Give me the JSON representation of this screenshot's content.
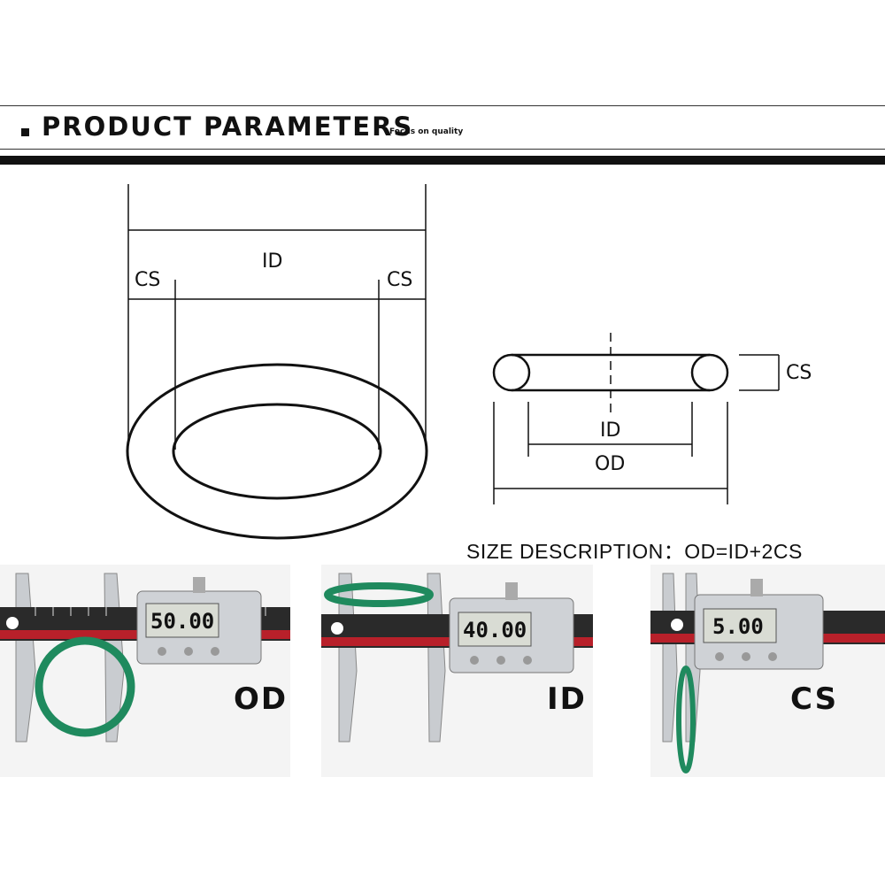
{
  "header": {
    "title": "PRODUCT PARAMETERS",
    "subtitle": "Focus on quality"
  },
  "diagram_left": {
    "id_label": "ID",
    "cs_left_label": "CS",
    "cs_right_label": "CS"
  },
  "diagram_right": {
    "cs_label": "CS",
    "id_label": "ID",
    "od_label": "OD"
  },
  "size_description": "SIZE DESCRIPTION：OD=ID+2CS",
  "photos": [
    {
      "reading": "50.00",
      "label": "OD"
    },
    {
      "reading": "40.00",
      "label": "ID"
    },
    {
      "reading": "5.00",
      "label": "CS"
    }
  ],
  "colors": {
    "oring_green": "#1f8a5e",
    "caliper_red": "#b8202a",
    "lcd_bg": "#d9dcd4"
  }
}
